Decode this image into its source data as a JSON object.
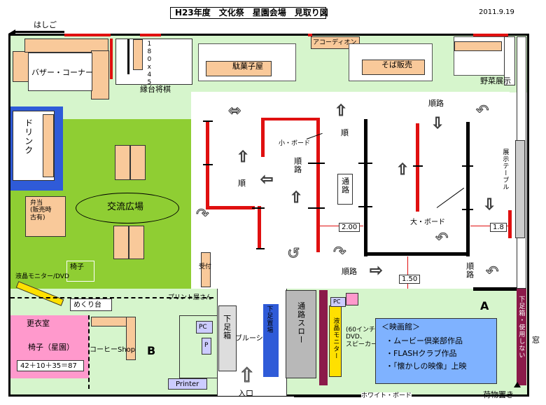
{
  "title": "H23年度　文化祭　星園会場　見取り図",
  "date": "2011.9.19",
  "labels": {
    "hashigo": "はしご",
    "bazaar": "バザー・コーナー",
    "dims_180x45": "180x45",
    "engi_shogi": "縁台将棋",
    "dagashi": "駄菓子屋",
    "accordion": "アコーディオン",
    "soba": "そば販売",
    "yasai": "野菜展示",
    "drink": "ドリンク",
    "bento": "弁当\n(販売時\n古有)",
    "koryu": "交流広場",
    "isu": "椅子",
    "lcd_dvd": "液晶モニター/DVD",
    "mekuri": "めくり台",
    "print_ya": "プリント屋さん",
    "uketsuke": "受付",
    "kouishitsu": "更衣室",
    "isu_seien": "椅子（星園）",
    "formula": "42＋10＋35＝87",
    "coffee": "コーヒーShop",
    "b_mark": "B",
    "pc": "PC",
    "p": "P",
    "printer": "Printer",
    "geta_bako": "下足箱",
    "blue_sheet": "ブルーシー",
    "geta_okiba": "下足置場",
    "tsuro_slope": "通路スロー",
    "ekisho_monitor": "液晶モニター",
    "sixty_inch": "(60インチ・モニター\nDVD、\nスピーカー",
    "eigakan_title": "＜映画館＞",
    "eigakan_1": "・ムービー倶楽部作品",
    "eigakan_2": "・FLASHクラブ作品",
    "eigakan_3": "・「懐かしの映像」上映",
    "a_mark": "A",
    "geta_tana": "下足箱・使用しない",
    "mado": "窓",
    "nimotsu": "荷物置き",
    "iriguchi": "入口",
    "white_board": "ホワイト・ボード",
    "tenji_table": "展示テーブル",
    "ko_board": "小・ボード",
    "dai_board": "大・ボード",
    "jun": "順",
    "junro": "順路",
    "tsuro": "通路",
    "dim_200": "2.00",
    "dim_150": "1.50",
    "dim_18": "1.8"
  },
  "colors": {
    "floor_green": "#d6f5cc",
    "plaza_green": "#8fce33",
    "table_tan": "#f9c99a",
    "partition_red": "#e01010",
    "drink_blue": "#2f5bd8",
    "changing_pink": "#ff99cc",
    "cinema_blue": "#7fb2ff",
    "lcd_yellow": "#ffe000",
    "maroon": "#8b1a4a"
  }
}
